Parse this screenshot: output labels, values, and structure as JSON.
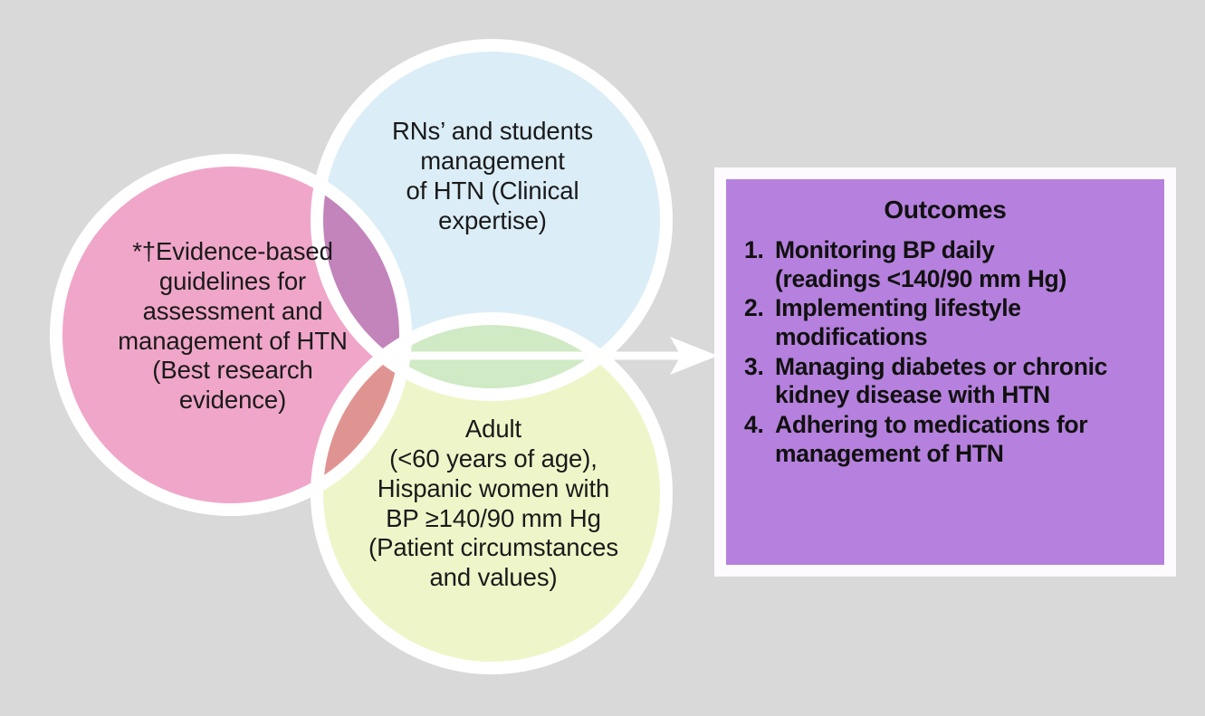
{
  "figure": {
    "background_color": "#d9d9d9",
    "circle_ring_color": "#ffffff"
  },
  "venn": {
    "circles": [
      {
        "id": "best-research-evidence",
        "fill": "#f0a6c9",
        "label": "*†Evidence-based\nguidelines for\nassessment and\nmanagement of HTN\n(Best research\nevidence)",
        "position": "left"
      },
      {
        "id": "clinical-expertise",
        "fill": "#dbedf7",
        "label": "RNs’ and students\nmanagement\nof HTN (Clinical\nexpertise)",
        "position": "top"
      },
      {
        "id": "patient-circumstances-and-values",
        "fill": "#eef6c9",
        "label": "Adult\n(<60 years of age),\nHispanic women with\nBP ≥140/90 mm Hg\n(Patient circumstances\nand values)",
        "position": "bottom"
      }
    ],
    "overlap_colors": {
      "pink_blue": "#c284bb",
      "pink_yellow": "#e09491",
      "blue_yellow": "#cfeac4",
      "center_all_three": "#8b45c8"
    },
    "connector": {
      "name": "arrow-to-outcomes",
      "color": "#ffffff",
      "direction": "right"
    }
  },
  "outcomes": {
    "title": "Outcomes",
    "panel_fill": "#b681de",
    "panel_border": "#fdfbfd",
    "items": [
      {
        "number": "1.",
        "text": "Monitoring BP daily\n(readings <140/90 mm Hg)"
      },
      {
        "number": "2.",
        "text": "Implementing lifestyle\nmodifications"
      },
      {
        "number": "3.",
        "text": "Managing diabetes or chronic\nkidney disease with HTN"
      },
      {
        "number": "4.",
        "text": "Adhering to medications for\nmanagement of HTN"
      }
    ]
  }
}
